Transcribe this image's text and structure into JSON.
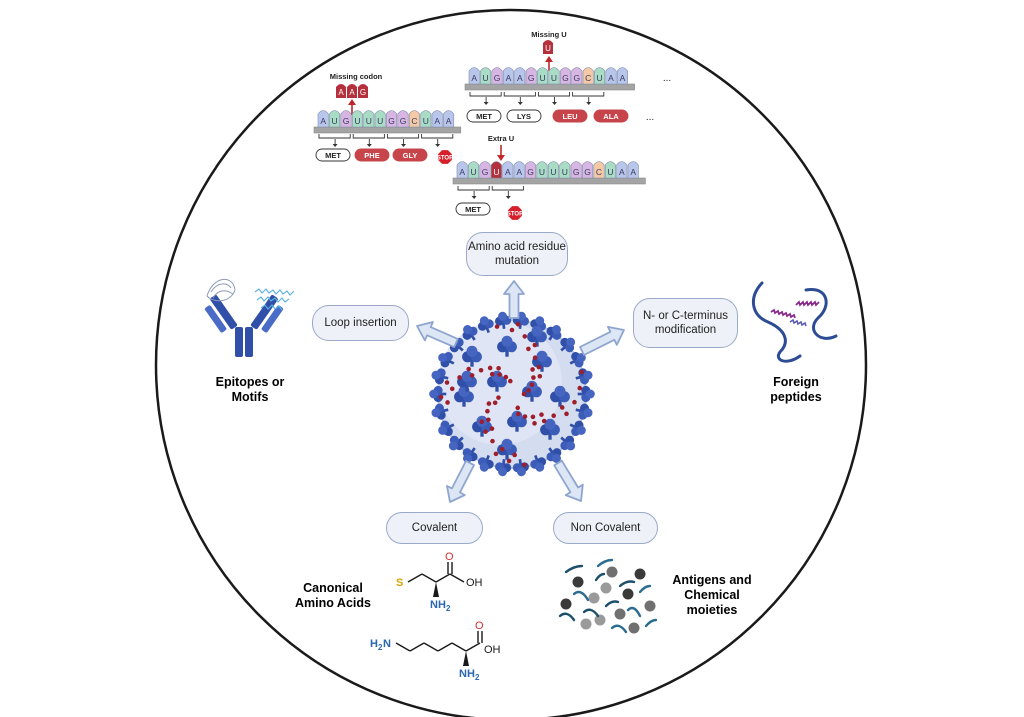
{
  "center_modifications": {
    "amino_acid_mutation": "Amino acid residue mutation",
    "loop_insertion": "Loop insertion",
    "terminus_modification": "N- or C-terminus modification",
    "covalent": "Covalent",
    "non_covalent": "Non Covalent"
  },
  "categories": {
    "epitopes": "Epitopes or Motifs",
    "foreign_peptides": "Foreign peptides",
    "canonical_amino_acids": "Canonical Amino Acids",
    "antigens": "Antigens and Chemical moieties"
  },
  "mutation_examples": {
    "missing_codon_label": "Missing codon",
    "missing_u_label": "Missing U",
    "extra_u_label": "Extra U",
    "ellipsis": "...",
    "stop": "STOP",
    "example1": {
      "bases": [
        "A",
        "U",
        "G",
        "U",
        "U",
        "U",
        "G",
        "G",
        "C",
        "U",
        "A",
        "A"
      ],
      "removed": [
        "A",
        "A",
        "G"
      ],
      "proteins": [
        "MET",
        "PHE",
        "GLY"
      ]
    },
    "example2": {
      "bases": [
        "A",
        "U",
        "G",
        "A",
        "A",
        "G",
        "U",
        "U",
        "G",
        "G",
        "C",
        "U",
        "A",
        "A"
      ],
      "removed": [
        "U"
      ],
      "proteins": [
        "MET",
        "LYS",
        "LEU",
        "ALA"
      ]
    },
    "example3": {
      "bases": [
        "A",
        "U",
        "G",
        "U",
        "A",
        "A",
        "G",
        "U",
        "U",
        "U",
        "G",
        "G",
        "C",
        "U",
        "A",
        "A"
      ],
      "inserted": [
        "U"
      ],
      "proteins": [
        "MET"
      ]
    }
  },
  "chemistry": {
    "cysteine": {
      "S": "S",
      "OH": "OH",
      "O": "O",
      "NH2": "NH",
      "sub2": "2"
    },
    "lysine": {
      "H2N": "H",
      "n2": "2",
      "N": "N",
      "OH": "OH",
      "O": "O",
      "NH2": "NH",
      "sub2": "2"
    }
  },
  "colors": {
    "circle_stroke": "#1a1a1a",
    "arrow_fill": "#dde6f4",
    "arrow_stroke": "#8ea6cf",
    "base_A": "#b9c6ec",
    "base_U": "#a8dcc5",
    "base_G": "#d8b6e3",
    "base_C": "#f5c9a5",
    "mutant": "#b5303d",
    "protein_red": "#c7444a",
    "virus_blue": "#2f4fa8"
  }
}
